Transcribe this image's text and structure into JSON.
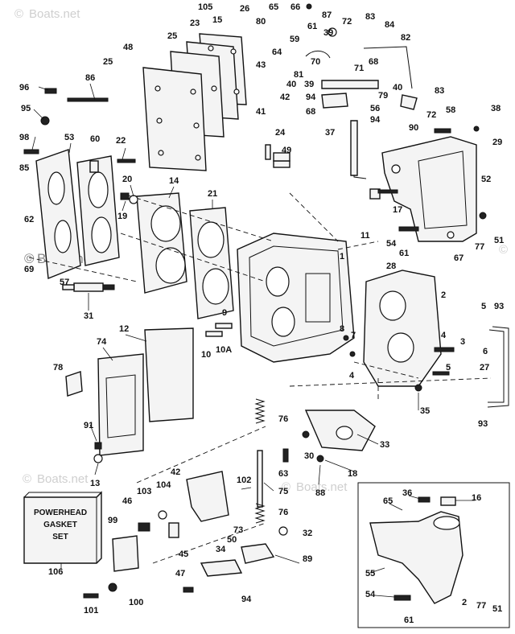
{
  "watermark": {
    "text": "Boats.net",
    "symbol": "©"
  },
  "kit_label": {
    "line1": "POWERHEAD",
    "line2": "GASKET",
    "line3": "SET"
  },
  "callouts": {
    "c105": "105",
    "c26": "26",
    "c65": "65",
    "c66": "66",
    "c87": "87",
    "c15": "15",
    "c23": "23",
    "c80": "80",
    "c61a": "61",
    "c72a": "72",
    "c83a": "83",
    "c84": "84",
    "c25a": "25",
    "c64": "64",
    "c59": "59",
    "c39a": "39",
    "c82": "82",
    "c25b": "25",
    "c48": "48",
    "c43": "43",
    "c81": "81",
    "c70": "70",
    "c71": "71",
    "c68a": "68",
    "c86": "86",
    "c96": "96",
    "c40a": "40",
    "c40b": "40",
    "c39b": "39",
    "c83b": "83",
    "c42": "42",
    "c94a": "94",
    "c56": "56",
    "c79": "79",
    "c41": "41",
    "c68b": "68",
    "c72b": "72",
    "c95": "95",
    "c58": "58",
    "c38": "38",
    "c94b": "94",
    "c90": "90",
    "c37": "37",
    "c24": "24",
    "c29": "29",
    "c98": "98",
    "c53": "53",
    "c60": "60",
    "c22": "22",
    "c49": "49",
    "c85": "85",
    "c20": "20",
    "c14": "14",
    "c52": "52",
    "c19": "19",
    "c21": "21",
    "c17": "17",
    "c62": "62",
    "c11": "11",
    "c54a": "54",
    "c77a": "77",
    "c51a": "51",
    "c61b": "61",
    "c69": "69",
    "c67": "67",
    "c28": "28",
    "c1": "1",
    "c57": "57",
    "c31": "31",
    "c2a": "2",
    "c5a": "5",
    "c93a": "93",
    "c9": "9",
    "c8": "8",
    "c7": "7",
    "c3": "3",
    "c6": "6",
    "c12": "12",
    "c10": "10",
    "c10a": "10A",
    "c4a": "4",
    "c74": "74",
    "c4b": "4",
    "c5b": "5",
    "c27": "27",
    "c78": "78",
    "c35": "35",
    "c93b": "93",
    "c76a": "76",
    "c33": "33",
    "c91": "91",
    "c30": "30",
    "c18": "18",
    "c63": "63",
    "c13": "13",
    "c42b": "42",
    "c88": "88",
    "c102": "102",
    "c75": "75",
    "c36": "36",
    "c16": "16",
    "c65b": "65",
    "c46": "46",
    "c103": "103",
    "c104": "104",
    "c99": "99",
    "c76b": "76",
    "c73": "73",
    "c32": "32",
    "c50": "50",
    "c34": "34",
    "c89": "89",
    "c45": "45",
    "c55": "55",
    "c106": "106",
    "c47": "47",
    "c100": "100",
    "c101": "101",
    "c94c": "94",
    "c54b": "54",
    "c2b": "2",
    "c77b": "77",
    "c51b": "51",
    "c61c": "61"
  }
}
